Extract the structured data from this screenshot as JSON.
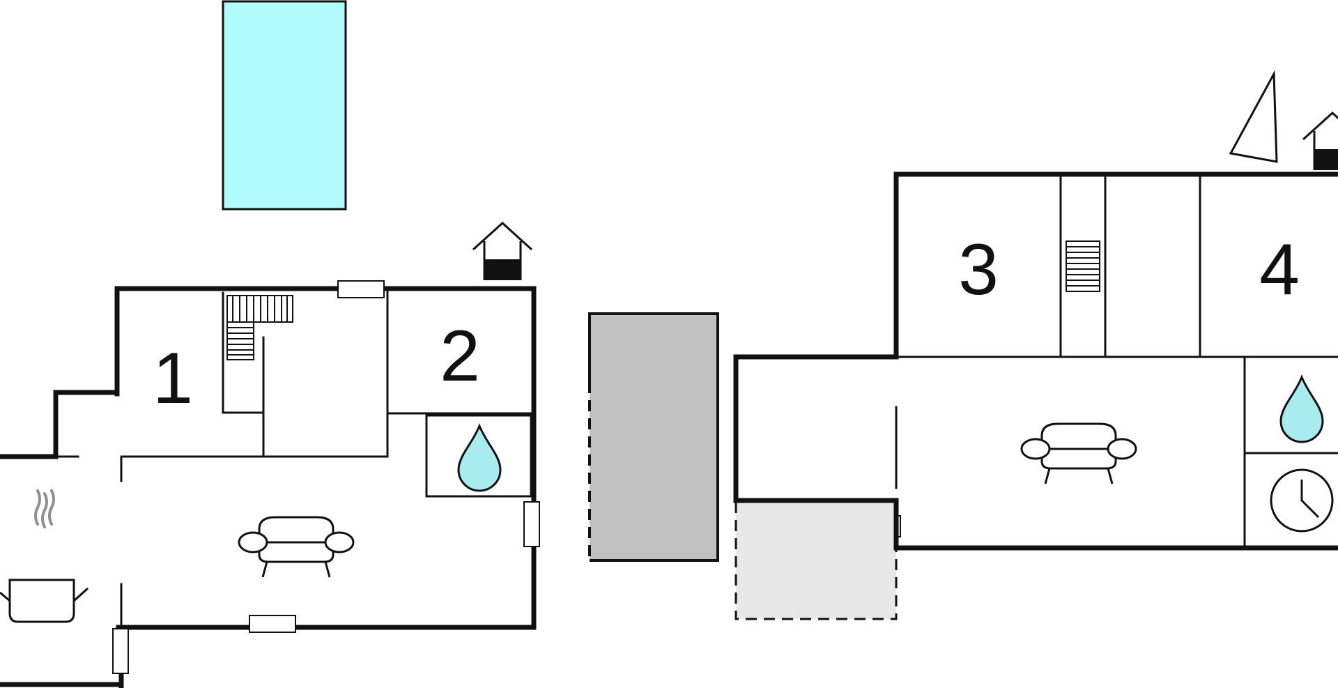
{
  "rooms": {
    "bedroom_1": "1",
    "bedroom_2": "2",
    "bedroom_3": "3",
    "bedroom_4": "4"
  },
  "icons": {
    "bathroom": "water-drop-icon",
    "living_room": "sofa-icon",
    "kitchen": "cooking-pot-icon",
    "sauna": "clock-icon",
    "well": "well-icon",
    "stairs": "stairs-icon",
    "lake": "sailboat-icon"
  },
  "colors": {
    "pool": "#b2fbfd",
    "water_drop": "#a8ecef",
    "carport": "#c0c0c0",
    "terrace": "#e8e8e8",
    "wall": "#111111",
    "steam": "#8f8f8f"
  }
}
